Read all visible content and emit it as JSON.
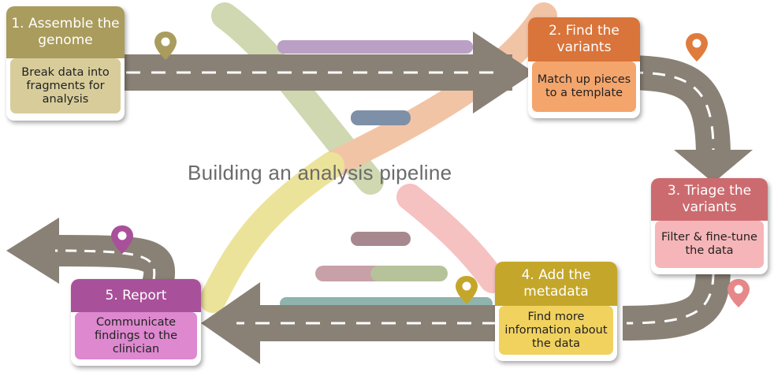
{
  "title": "Building an analysis pipeline",
  "colors": {
    "road": "#8a8176",
    "road_dash": "#ffffff",
    "step1": "#a99c5d",
    "step1_light": "#d8cd9a",
    "step2": "#d9743a",
    "step2_light": "#f4a56c",
    "step3": "#cc6b6f",
    "step3_light": "#f6b5b8",
    "step4": "#c4a72a",
    "step4_light": "#f1d25f",
    "step5": "#a9509a",
    "step5_light": "#dd88cf"
  },
  "steps": [
    {
      "heading": "1. Assemble the genome",
      "description": "Break data into fragments for analysis"
    },
    {
      "heading": "2. Find the variants",
      "description": "Match up pieces to a template"
    },
    {
      "heading": "3. Triage the variants",
      "description": "Filter & fine-tune the data"
    },
    {
      "heading": "4. Add the metadata",
      "description": "Find more information about the data"
    },
    {
      "heading": "5. Report",
      "description": "Communicate findings to the clinician"
    }
  ],
  "icons": [
    "map-pin-icon",
    "puzzle-piece-icon",
    "arrow-icon"
  ]
}
